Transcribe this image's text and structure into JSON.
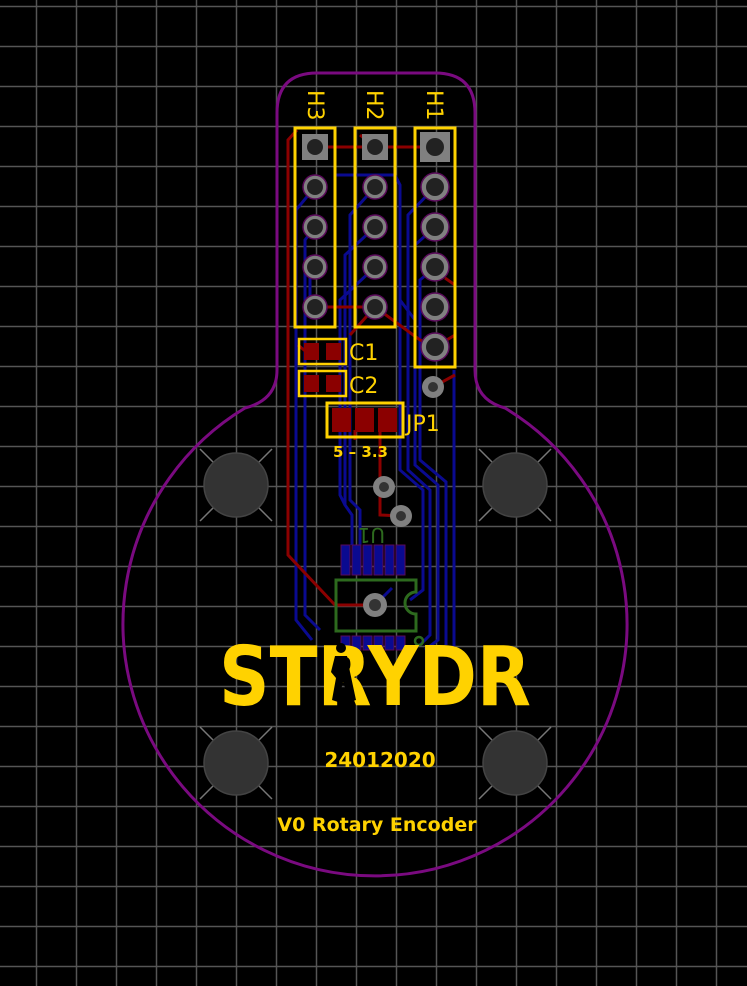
{
  "board": {
    "headers": [
      {
        "ref": "H1",
        "pins": 6
      },
      {
        "ref": "H2",
        "pins": 5
      },
      {
        "ref": "H3",
        "pins": 5
      }
    ],
    "capacitors": [
      "C1",
      "C2"
    ],
    "jumper": {
      "ref": "JP1",
      "caption": "5 – 3.3"
    },
    "ic": {
      "ref": "U1"
    },
    "logo": "STRYDR",
    "date": "24012020",
    "title": "V0 Rotary Encoder"
  },
  "colors": {
    "background": "#000000",
    "grid": "#555555",
    "outline": "#7a0a80",
    "silkscreen": "#ffd200",
    "top_copper": "#8b0000",
    "bottom_copper": "#0a0a90",
    "pad": "#808080",
    "ic_outline": "#2d6a1e"
  }
}
